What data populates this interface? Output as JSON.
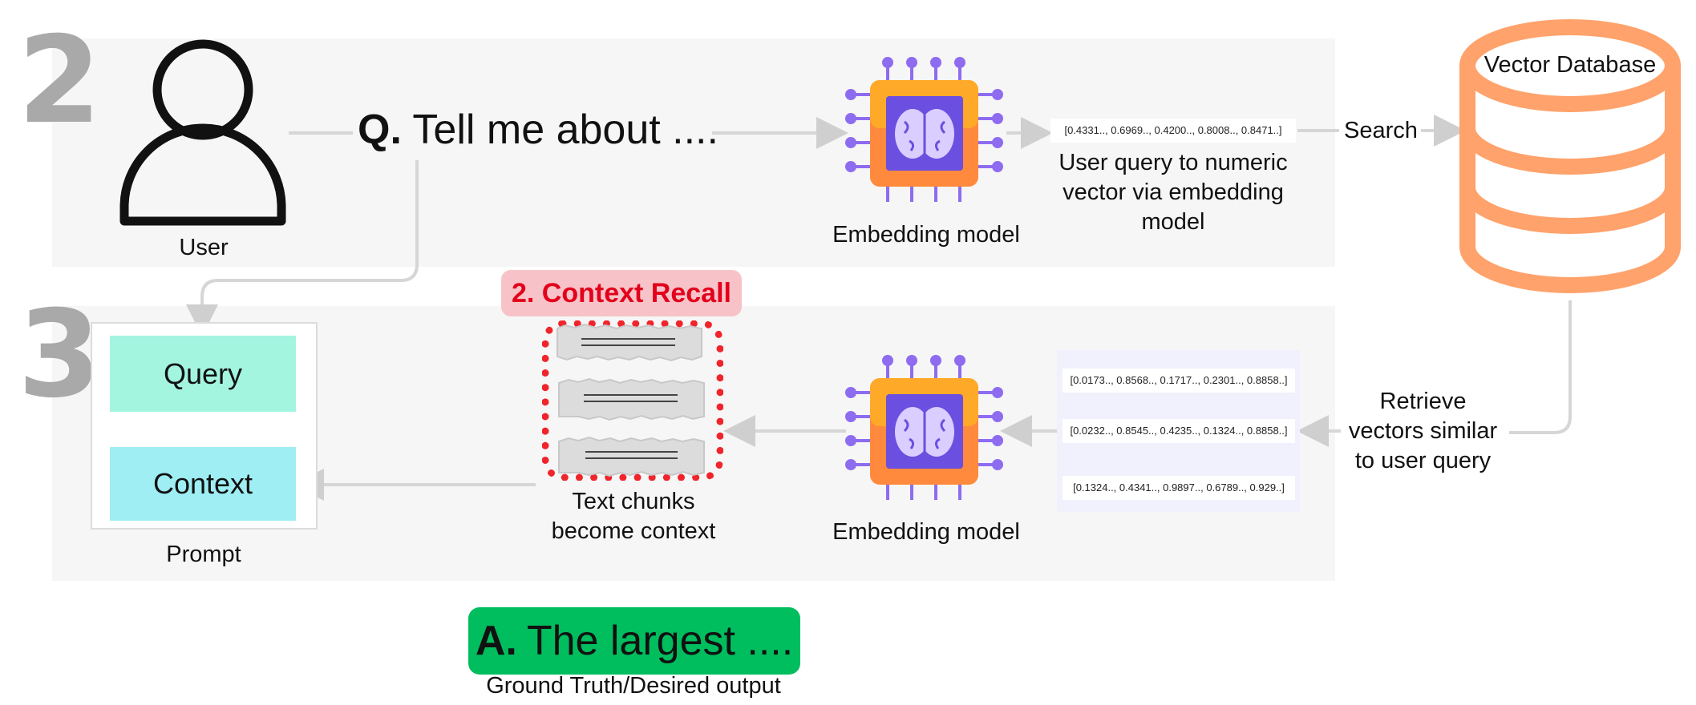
{
  "steps": {
    "query_step": "2",
    "retrieval_step": "3"
  },
  "user": {
    "label": "User"
  },
  "question": {
    "prefix": "Q.",
    "text": "Tell me about ...."
  },
  "embedding_top": {
    "label": "Embedding model"
  },
  "query_vector": "[0.4331.., 0.6969.., 0.4200.., 0.8008.., 0.8471..]",
  "query_vector_caption": "User query to numeric vector via embedding model",
  "search_label": "Search",
  "database": {
    "label": "Vector Database"
  },
  "retrieve_label": "Retrieve vectors similar to user query",
  "retrieved_vectors": [
    "[0.0173.., 0.8568.., 0.1717.., 0.2301.., 0.8858..]",
    "[0.0232.., 0.8545.., 0.4235.., 0.1324.., 0.8858..]",
    "[0.1324.., 0.4341.., 0.9897.., 0.6789.., 0.929..]"
  ],
  "embedding_bottom": {
    "label": "Embedding model"
  },
  "context_recall": {
    "badge": "2. Context Recall"
  },
  "text_chunks_caption": "Text chunks become context",
  "prompt": {
    "query_label": "Query",
    "context_label": "Context",
    "caption": "Prompt"
  },
  "answer": {
    "prefix": "A.",
    "text": "The largest ....",
    "caption": "Ground Truth/Desired output"
  },
  "colors": {
    "panel": "#f6f6f6",
    "database": "#ffa26b",
    "chip_outer": "#ff8a3d",
    "chip_inner": "#6b4fe0",
    "query_box": "#a3f5e0",
    "context_box": "#9eeef3",
    "answer_box": "#00bd5e",
    "badge_bg": "#f7c3c8",
    "badge_text": "#e3001b",
    "dotted_border": "#f0252b"
  }
}
